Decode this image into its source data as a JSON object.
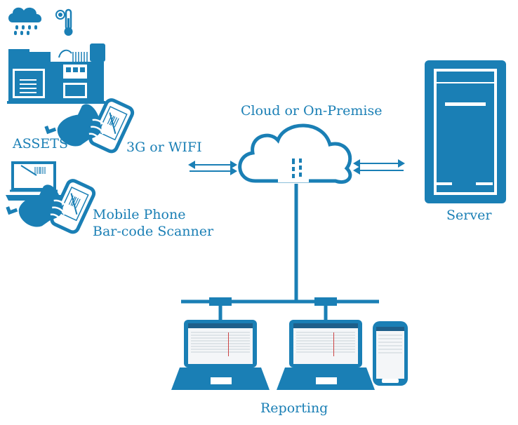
{
  "colors": {
    "primary": "#1a7fb5",
    "background": "#ffffff"
  },
  "labels": {
    "assets": "ASSETS",
    "network": "3G or WIFI",
    "mobile_line1": "Mobile Phone",
    "mobile_line2": "Bar-code Scanner",
    "cloud": "Cloud or On-Premise",
    "server": "Server",
    "reporting": "Reporting"
  },
  "icons": [
    "rain-cloud-icon",
    "thermometer-icon",
    "generator-icon",
    "hand-phone-icon",
    "laptop-icon",
    "cloud-icon",
    "server-tower-icon",
    "tablet-icon",
    "arrow-icon"
  ]
}
